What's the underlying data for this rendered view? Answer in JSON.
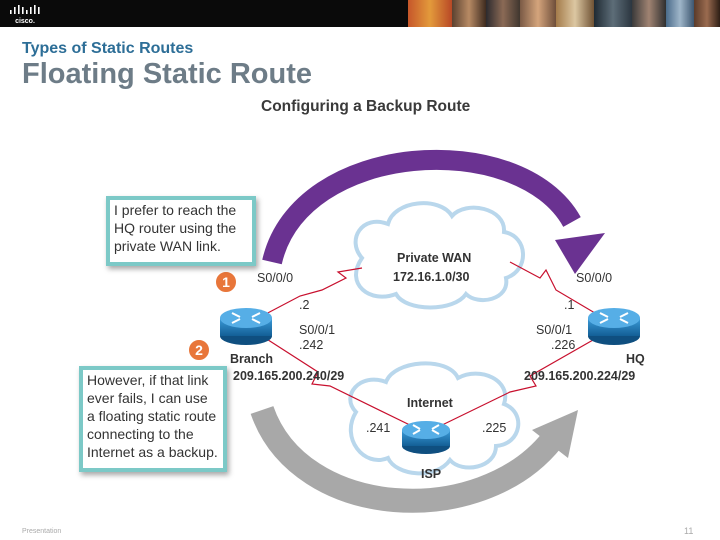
{
  "header": {
    "logo_text": "CISCO"
  },
  "slide": {
    "subtitle": "Types of Static Routes",
    "title": "Floating Static Route",
    "diagram_title": "Configuring a Backup Route"
  },
  "callouts": {
    "primary": {
      "number": "1",
      "text": "I prefer to reach the HQ router using the private WAN link."
    },
    "backup": {
      "number": "2",
      "text": "However, if that link ever fails, I can use a floating static route connecting to the Internet as a backup."
    }
  },
  "clouds": {
    "private_wan": {
      "name": "Private WAN",
      "network": "172.16.1.0/30"
    },
    "internet": {
      "name": "Internet"
    }
  },
  "routers": {
    "branch": {
      "name": "Branch",
      "network": "209.165.200.240/29"
    },
    "hq": {
      "name": "HQ",
      "network": "209.165.200.224/29"
    },
    "isp": {
      "name": "ISP"
    }
  },
  "interfaces": {
    "branch_s000": "S0/0/0",
    "branch_s000_host": ".2",
    "branch_s001": "S0/0/1",
    "branch_s001_host": ".242",
    "hq_s000": "S0/0/0",
    "hq_s000_host": ".1",
    "hq_s001": "S0/0/1",
    "hq_s001_host": ".226",
    "isp_branch_host": ".241",
    "isp_hq_host": ".225"
  },
  "colors": {
    "primary_arrow": "#6a3291",
    "backup_arrow": "#a8a8a8",
    "link": "#c8102e",
    "router": "#1f7cc0",
    "callout_border": "#7cc9c7",
    "badge": "#e8763a"
  },
  "footer": {
    "left": "Presentation",
    "page": "11"
  }
}
